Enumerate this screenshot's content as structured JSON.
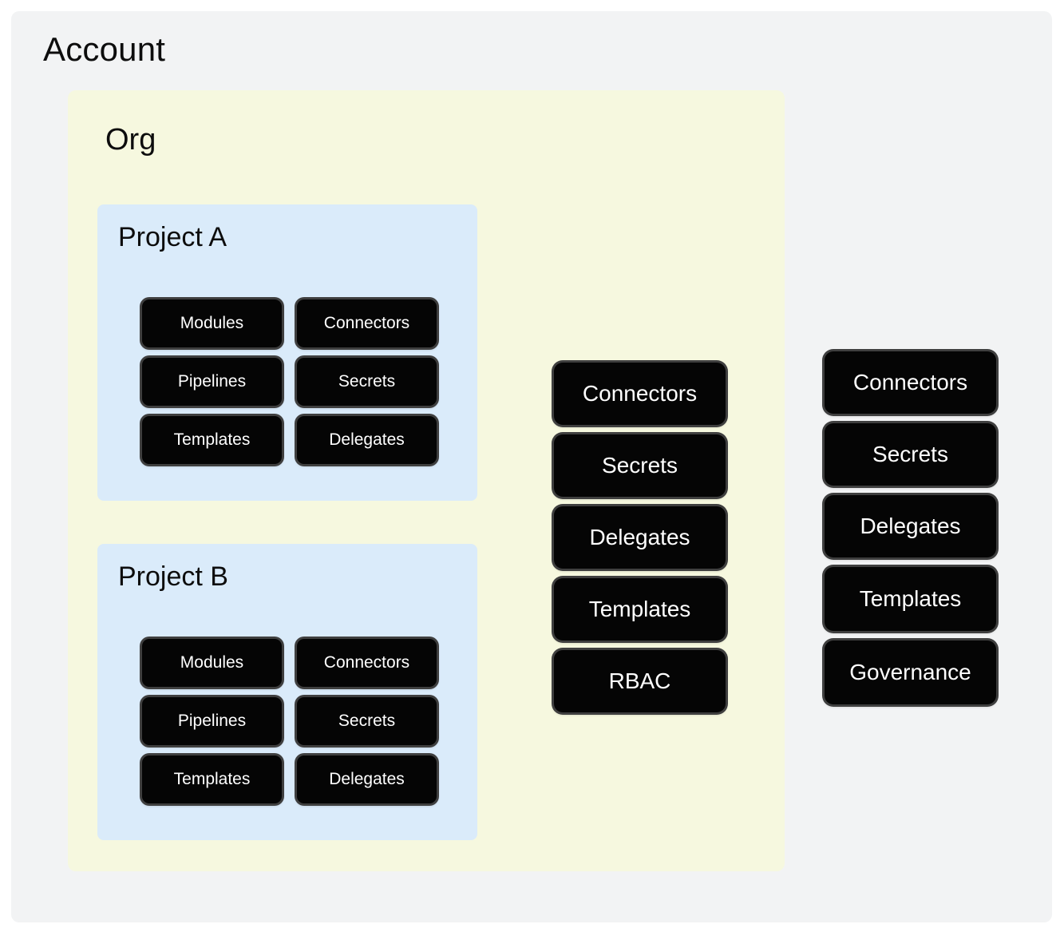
{
  "diagram": {
    "type": "hierarchy",
    "title": "Account",
    "colors": {
      "page_background": "#ffffff",
      "account_panel": "#f2f3f4",
      "org_panel": "#f6f8df",
      "project_panel": "#daebfa",
      "chip_fill": "#050505",
      "chip_outline": "#3f3f3f",
      "chip_text": "#ffffff",
      "heading_text": "#0d0d0d"
    }
  },
  "account": {
    "title": "Account",
    "scope_resources": [
      {
        "label": "Connectors"
      },
      {
        "label": "Secrets"
      },
      {
        "label": "Delegates"
      },
      {
        "label": "Templates"
      },
      {
        "label": "Governance"
      }
    ]
  },
  "org": {
    "title": "Org",
    "scope_resources": [
      {
        "label": "Connectors"
      },
      {
        "label": "Secrets"
      },
      {
        "label": "Delegates"
      },
      {
        "label": "Templates"
      },
      {
        "label": "RBAC"
      }
    ]
  },
  "projects": [
    {
      "title": "Project A",
      "resources": [
        {
          "label": "Modules"
        },
        {
          "label": "Connectors"
        },
        {
          "label": "Pipelines"
        },
        {
          "label": "Secrets"
        },
        {
          "label": "Templates"
        },
        {
          "label": "Delegates"
        }
      ]
    },
    {
      "title": "Project B",
      "resources": [
        {
          "label": "Modules"
        },
        {
          "label": "Connectors"
        },
        {
          "label": "Pipelines"
        },
        {
          "label": "Secrets"
        },
        {
          "label": "Templates"
        },
        {
          "label": "Delegates"
        }
      ]
    }
  ]
}
